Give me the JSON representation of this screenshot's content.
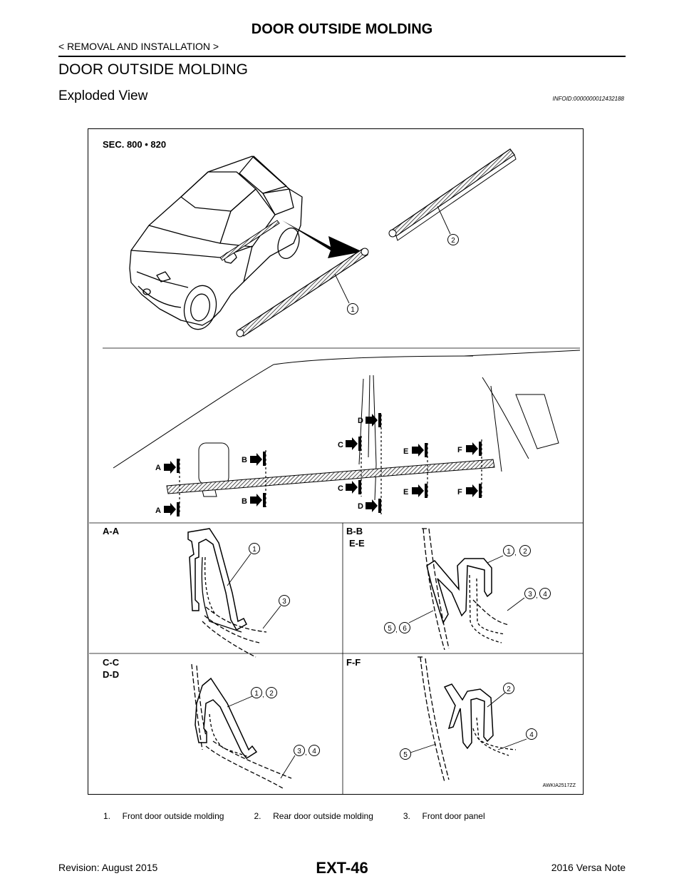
{
  "header": {
    "title": "DOOR OUTSIDE MOLDING",
    "breadcrumb": "< REMOVAL AND INSTALLATION >"
  },
  "page_heading": "DOOR OUTSIDE MOLDING",
  "section": {
    "title": "Exploded View",
    "info_id": "INFOID:0000000012432188"
  },
  "figure": {
    "sec_label": "SEC. 800 • 820",
    "figure_code": "AWKIA2517ZZ",
    "arrow_markers": [
      "A",
      "A",
      "B",
      "B",
      "C",
      "C",
      "D",
      "D",
      "E",
      "E",
      "F",
      "F"
    ],
    "sections": {
      "aa": "A-A",
      "bb": "B-B",
      "ee": "E-E",
      "cc": "C-C",
      "dd": "D-D",
      "ff": "F-F"
    },
    "callouts": {
      "n1": "1",
      "n2": "2",
      "n3": "3",
      "n4": "4",
      "n5": "5",
      "n6": "6",
      "comma": ","
    }
  },
  "legend": [
    "1.     Front door outside molding",
    "2.     Rear door outside molding",
    "3.     Front door panel"
  ],
  "footer": {
    "revision": "Revision: August 2015",
    "page_code": "EXT-46",
    "model": "2016 Versa Note"
  }
}
